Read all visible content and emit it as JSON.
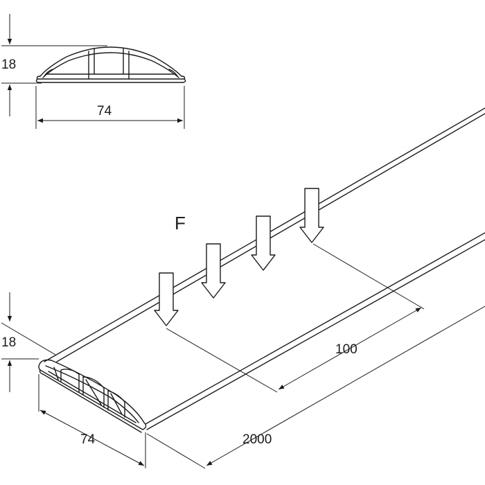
{
  "profile_view": {
    "height_label": "18",
    "width_label": "74"
  },
  "perspective_view": {
    "force_label": "F",
    "height_label": "18",
    "width_label": "74",
    "spacing_label": "100",
    "length_label": "2000"
  },
  "colors": {
    "line": "#1a1a1a",
    "background": "#ffffff"
  }
}
